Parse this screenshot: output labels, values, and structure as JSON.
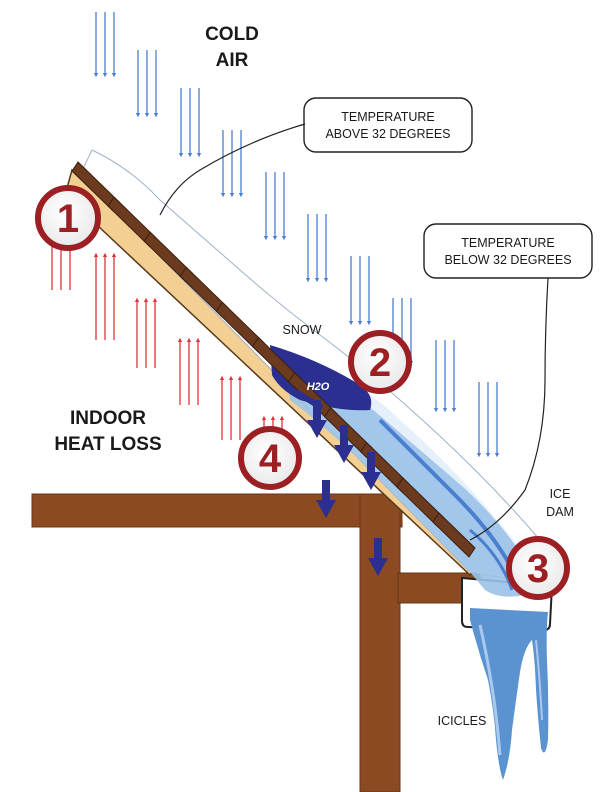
{
  "labels": {
    "cold_air_line1": "COLD",
    "cold_air_line2": "AIR",
    "temp_above_line1": "TEMPERATURE",
    "temp_above_line2": "ABOVE 32 DEGREES",
    "temp_below_line1": "TEMPERATURE",
    "temp_below_line2": "BELOW 32 DEGREES",
    "snow": "SNOW",
    "water": "H2O",
    "heat_loss_line1": "INDOOR",
    "heat_loss_line2": "HEAT LOSS",
    "ice_dam_line1": "ICE",
    "ice_dam_line2": "DAM",
    "icicles": "ICICLES"
  },
  "markers": [
    "1",
    "2",
    "3",
    "4"
  ],
  "colors": {
    "cold_arrow": "#4a7fd0",
    "heat_arrow": "#e0313c",
    "marker_ring": "#9c1f24",
    "meltwater_arrow": "#2b2f8f",
    "ice": "#5b93d1",
    "framing": "#8b4a22",
    "sheathing": "#f3cf93",
    "shingle": "#6b3a1f"
  }
}
